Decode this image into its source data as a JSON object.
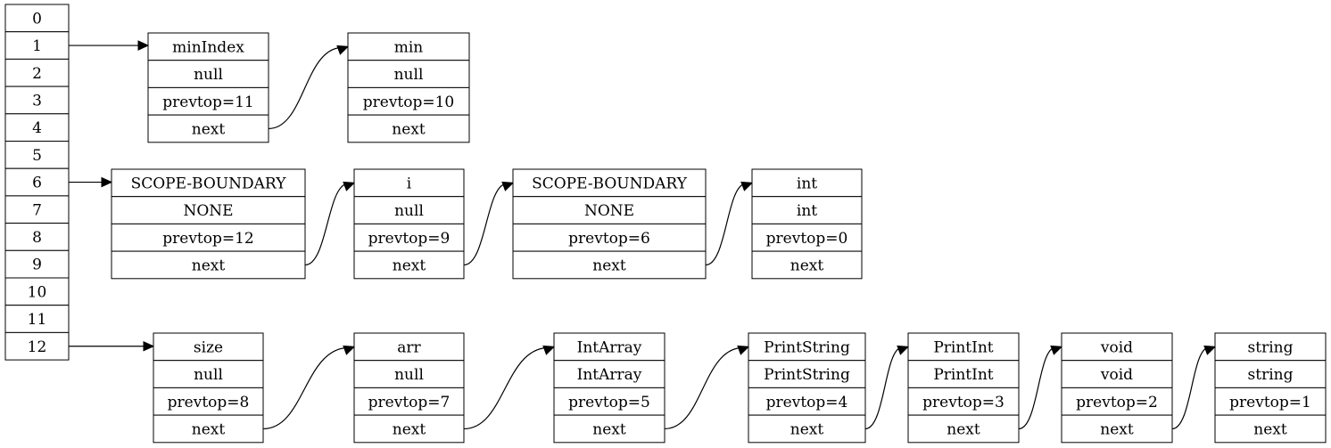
{
  "hash_table": {
    "slots": [
      "0",
      "1",
      "2",
      "3",
      "4",
      "5",
      "6",
      "7",
      "8",
      "9",
      "10",
      "11",
      "12"
    ]
  },
  "nodes": [
    {
      "id": "n-minIndex",
      "fields": [
        "minIndex",
        "null",
        "prevtop=11",
        "next"
      ]
    },
    {
      "id": "n-min",
      "fields": [
        "min",
        "null",
        "prevtop=10",
        "next"
      ]
    },
    {
      "id": "n-scope1",
      "fields": [
        "SCOPE-BOUNDARY",
        "NONE",
        "prevtop=12",
        "next"
      ]
    },
    {
      "id": "n-i",
      "fields": [
        "i",
        "null",
        "prevtop=9",
        "next"
      ]
    },
    {
      "id": "n-scope2",
      "fields": [
        "SCOPE-BOUNDARY",
        "NONE",
        "prevtop=6",
        "next"
      ]
    },
    {
      "id": "n-int",
      "fields": [
        "int",
        "int",
        "prevtop=0",
        "next"
      ]
    },
    {
      "id": "n-size",
      "fields": [
        "size",
        "null",
        "prevtop=8",
        "next"
      ]
    },
    {
      "id": "n-arr",
      "fields": [
        "arr",
        "null",
        "prevtop=7",
        "next"
      ]
    },
    {
      "id": "n-IntArray",
      "fields": [
        "IntArray",
        "IntArray",
        "prevtop=5",
        "next"
      ]
    },
    {
      "id": "n-PrintString",
      "fields": [
        "PrintString",
        "PrintString",
        "prevtop=4",
        "next"
      ]
    },
    {
      "id": "n-PrintInt",
      "fields": [
        "PrintInt",
        "PrintInt",
        "prevtop=3",
        "next"
      ]
    },
    {
      "id": "n-void",
      "fields": [
        "void",
        "void",
        "prevtop=2",
        "next"
      ]
    },
    {
      "id": "n-string",
      "fields": [
        "string",
        "string",
        "prevtop=1",
        "next"
      ]
    }
  ],
  "slot_links": [
    {
      "slot": 1,
      "to": "n-minIndex"
    },
    {
      "slot": 6,
      "to": "n-scope1"
    },
    {
      "slot": 12,
      "to": "n-size"
    }
  ],
  "next_links": [
    {
      "from": "n-minIndex",
      "to": "n-min"
    },
    {
      "from": "n-scope1",
      "to": "n-i"
    },
    {
      "from": "n-i",
      "to": "n-scope2"
    },
    {
      "from": "n-scope2",
      "to": "n-int"
    },
    {
      "from": "n-size",
      "to": "n-arr"
    },
    {
      "from": "n-arr",
      "to": "n-IntArray"
    },
    {
      "from": "n-IntArray",
      "to": "n-PrintString"
    },
    {
      "from": "n-PrintString",
      "to": "n-PrintInt"
    },
    {
      "from": "n-PrintInt",
      "to": "n-void"
    },
    {
      "from": "n-void",
      "to": "n-string"
    }
  ]
}
